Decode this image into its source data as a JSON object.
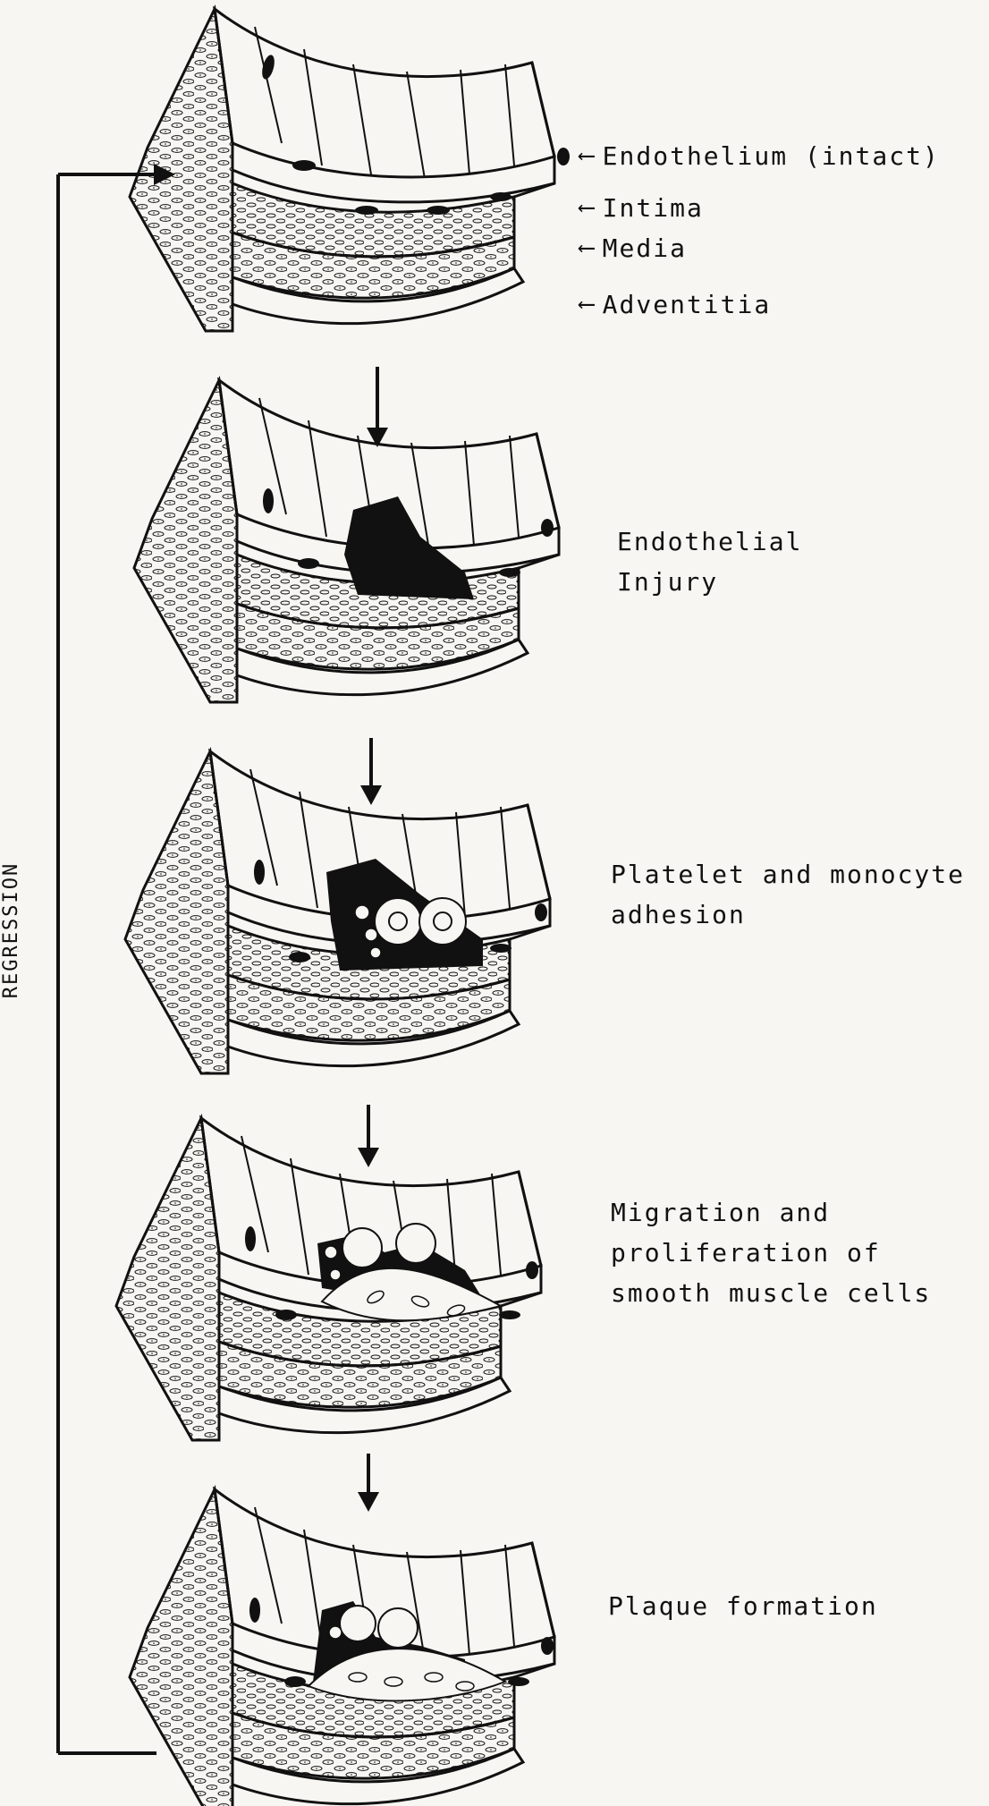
{
  "layers": {
    "endothelium": "Endothelium (intact)",
    "intima": "Intima",
    "media": "Media",
    "adventitia": "Adventitia"
  },
  "stages": [
    {
      "lines": [
        "Endothelial",
        "Injury"
      ]
    },
    {
      "lines": [
        "Platelet and monocyte",
        "adhesion"
      ]
    },
    {
      "lines": [
        "Migration and",
        "proliferation of",
        "smooth muscle cells"
      ]
    },
    {
      "lines": [
        "Plaque formation"
      ]
    }
  ],
  "side_label": "REGRESSION"
}
